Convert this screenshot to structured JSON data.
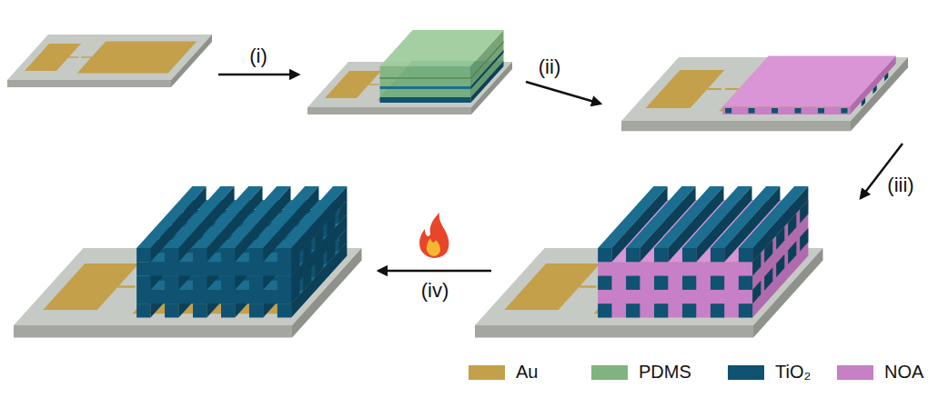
{
  "diagram": {
    "labels": [
      "(i)",
      "(ii)",
      "(iii)",
      "(iv)"
    ],
    "legend": [
      {
        "text": "Au",
        "color": "#c4a04a"
      },
      {
        "text": "PDMS",
        "color": "#7fb37f"
      },
      {
        "text": "TiO₂",
        "color": "#0f5272"
      },
      {
        "text": "NOA",
        "color": "#c77fc6"
      }
    ]
  }
}
